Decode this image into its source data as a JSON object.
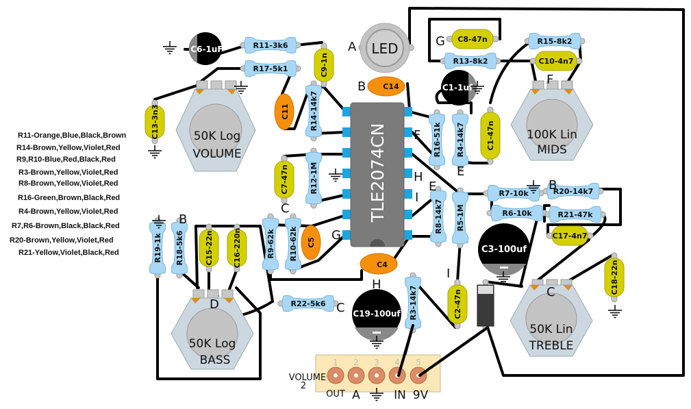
{
  "legend": [
    "R11-Orange,Blue,Black,Brown",
    "R14-Brown,Yellow,Violet,Red",
    "R9,R10-Blue,Red,Black,Red",
    "R3-Brown,Yellow,Violet,Red",
    "R8-Brown,Yellow,Violet,Red",
    "R16-Green,Brown,Black,Red",
    "R4-Brown,Yellow,Violet,Red",
    "R7,R6-Brown,Black,Black,Red",
    "R20-Brown,Yellow,Violet,Red",
    "R21-Yellow,Violet,Black,Red"
  ],
  "ic": {
    "label": "TLE2074CN"
  },
  "led": {
    "label": "LED"
  },
  "pots": {
    "volume": {
      "value": "50K Log",
      "name": "VOLUME"
    },
    "mids": {
      "value": "100K Lin",
      "name": "MIDS"
    },
    "bass": {
      "value": "50K Log",
      "name": "BASS"
    },
    "treble": {
      "value": "50K Lin",
      "name": "TREBLE"
    }
  },
  "resistors": {
    "r11": "R11-3k6",
    "r17": "R17-5k1",
    "r14": "R14-14k7",
    "r12": "R12-1M",
    "r16": "R16-51k",
    "r4": "R4-14k7",
    "r15": "R15-8k2",
    "r13": "R13-8k2",
    "r7": "R7-10k",
    "r6": "R6-10k",
    "r20": "R20-14k7",
    "r21": "R21-47k",
    "r8": "R8-14k7",
    "r5": "R5-1M",
    "r9": "R9-62k",
    "r10": "R10-62k",
    "r19": "R19-1k",
    "r18": "R18-5k6",
    "r22": "R22-5k6",
    "r3": "R3-14k7"
  },
  "film_caps": {
    "c9": "C9-1n",
    "c13": "C13-3n3",
    "c8": "C8-47n",
    "c10": "C10-4n7",
    "c1_47": "C1-47n",
    "c7": "C7-47n",
    "c15": "C15-22n",
    "c16": "C16-220n",
    "c17": "C17-4n7",
    "c18": "C18-22n",
    "c2": "C2-47n"
  },
  "ceramic_caps": {
    "c11": "C11",
    "c14": "C14",
    "c5": "C5",
    "c4": "C4"
  },
  "electrolytic_caps": {
    "c6": "C6-1uF",
    "c1": "C1-1uf",
    "c3": "C3-100uf",
    "c19": "C19-100uf",
    "minus": "-"
  },
  "nodes": {
    "A": "A",
    "B": "B",
    "C": "C",
    "D": "D",
    "E": "E",
    "F": "F",
    "G": "G",
    "H": "H",
    "I": "I"
  },
  "header": {
    "pin_numbers": [
      "1",
      "2",
      "3",
      "4",
      "5"
    ],
    "labels": {
      "volume": "VOLUME",
      "volume2": "2",
      "out": "OUT",
      "a": "A",
      "in": "IN",
      "nine_v": "9V"
    }
  },
  "colors": {
    "resistor": "#a8d8f5",
    "film_cap": "#d4d000",
    "ceramic_cap": "#f6900c",
    "ic_body": "#7b7b7b",
    "ic_pin": "#1aa6e0",
    "pot_body": "#cdd7e0",
    "header_board": "#fbe8b6",
    "header_pad": "#d98c65",
    "wire": "#000000"
  }
}
